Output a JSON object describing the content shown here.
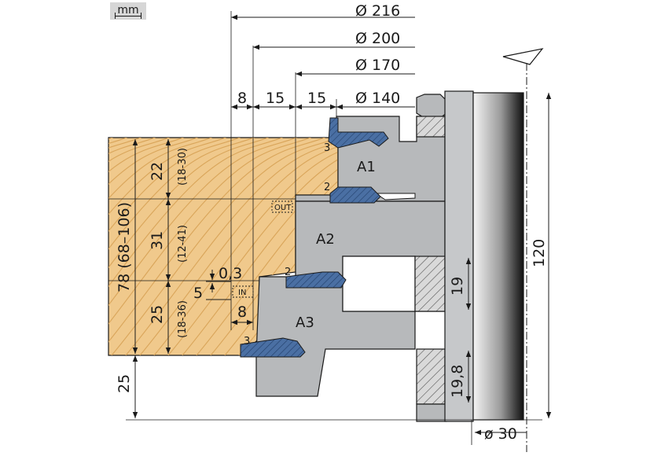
{
  "unit": "mm",
  "diameters": [
    "Ø 216",
    "Ø 200",
    "Ø 170",
    "Ø 140"
  ],
  "bore": "ø 30",
  "radial_steps": [
    "8",
    "15",
    "15"
  ],
  "overall_height": "78 (68–106)",
  "sections": [
    {
      "value": "22",
      "range": "(18-30)"
    },
    {
      "value": "31",
      "range": "(12-41)"
    },
    {
      "value": "25",
      "range": "(18-36)"
    }
  ],
  "bottom_offset": "25",
  "tool_height": "120",
  "spacer_upper": "19",
  "spacer_lower": "19,8",
  "small_dims": {
    "gap": "0,3",
    "overlap": "5",
    "lip": "8"
  },
  "adjust_tags": {
    "out": "OUT",
    "in": "IN"
  },
  "cutters": [
    "A1",
    "A2",
    "A3"
  ],
  "edge_numbers": {
    "a1_top": "3",
    "a1_bottom": "2",
    "a3_top": "2",
    "a3_bottom": "3"
  },
  "colors": {
    "wood": "#f0c98c",
    "grain": "#d9a55a",
    "body": "#b7b9bb",
    "knife": "#4a6fa3",
    "hatch": "#d9d9d9",
    "line": "#1a1a1a"
  }
}
